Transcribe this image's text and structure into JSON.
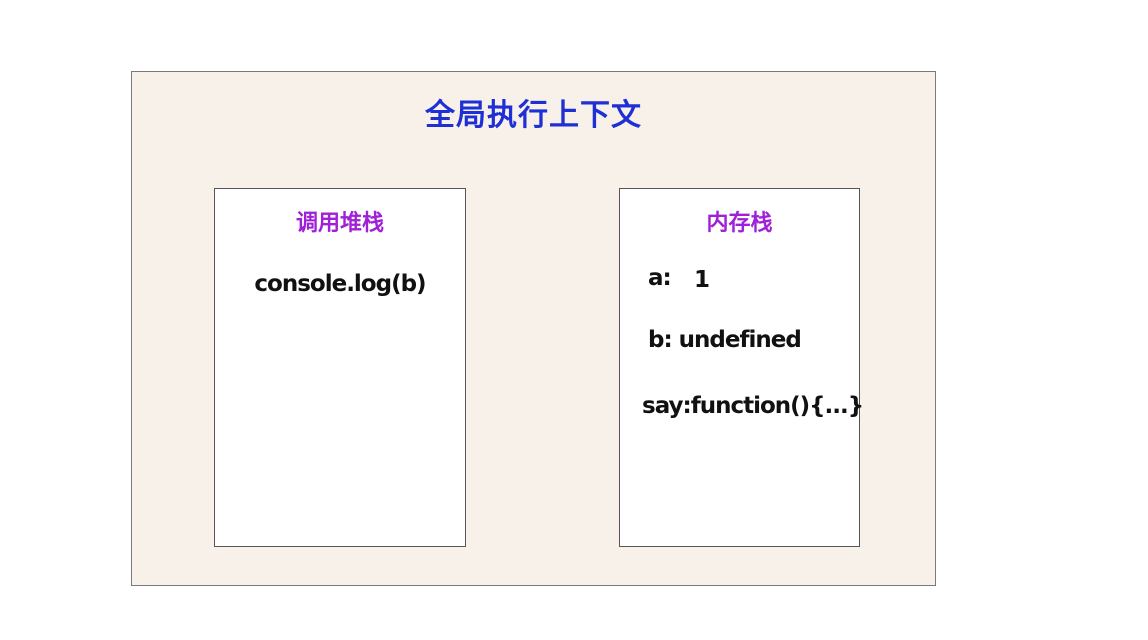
{
  "outer": {
    "title": "全局执行上下文"
  },
  "call_stack": {
    "title": "调用堆栈",
    "entries": [
      "console.log(b)"
    ]
  },
  "memory_stack": {
    "title": "内存栈",
    "a_key": "a:",
    "a_value": "1",
    "b_entry": "b: undefined",
    "say_entry": "say:function(){...}"
  },
  "colors": {
    "outer_title": "#1f2fd6",
    "panel_title": "#a020d8",
    "outer_bg": "#f7f1e9"
  }
}
